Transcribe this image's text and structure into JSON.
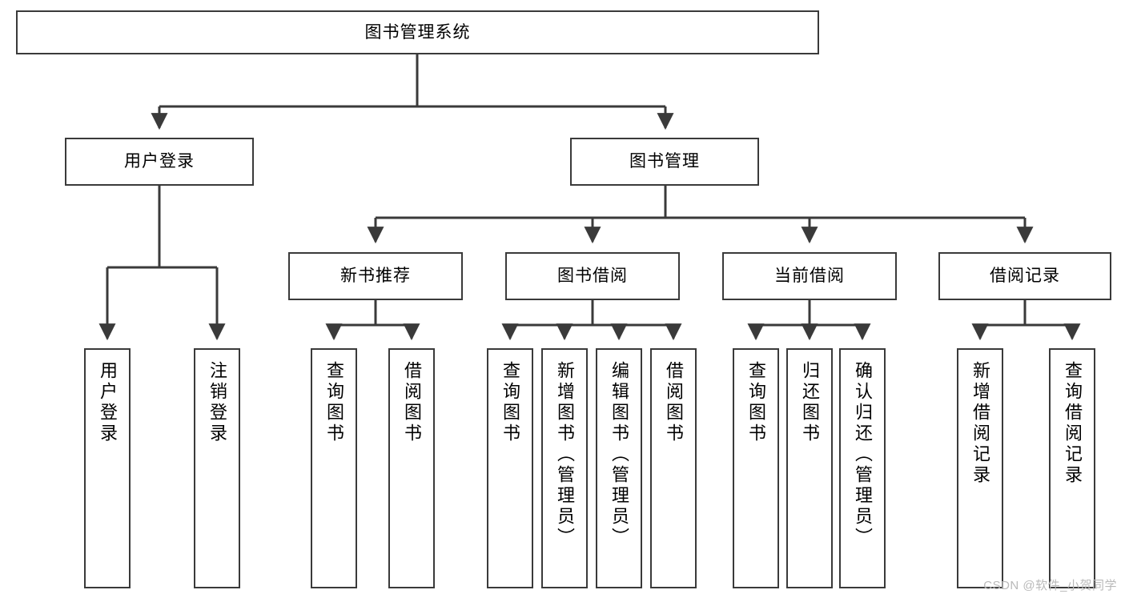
{
  "diagram": {
    "title": "图书管理系统",
    "type": "功能结构图",
    "watermark": "CSDN @软件_小贺同学",
    "colors": {
      "stroke": "#3a3a3a",
      "fill": "#ffffff",
      "text": "#000000",
      "watermark": "#b9b9b9"
    },
    "root": {
      "label": "图书管理系统"
    },
    "level2": [
      {
        "id": "user-login",
        "label": "用户登录"
      },
      {
        "id": "book-management",
        "label": "图书管理"
      }
    ],
    "level3": [
      {
        "id": "new-book-recommend",
        "label": "新书推荐"
      },
      {
        "id": "book-borrow",
        "label": "图书借阅"
      },
      {
        "id": "current-borrow",
        "label": "当前借阅"
      },
      {
        "id": "borrow-record",
        "label": "借阅记录"
      }
    ],
    "leaves": {
      "user_login": [
        {
          "id": "leaf-user-login",
          "label": "用户登录"
        },
        {
          "id": "leaf-logout-login",
          "label": "注销登录"
        }
      ],
      "new_book_recommend": [
        {
          "id": "leaf-query-book-1",
          "label": "查询图书"
        },
        {
          "id": "leaf-borrow-book-1",
          "label": "借阅图书"
        }
      ],
      "book_borrow": [
        {
          "id": "leaf-query-book-2",
          "label": "查询图书"
        },
        {
          "id": "leaf-add-book",
          "label": "新增图书（管理员）"
        },
        {
          "id": "leaf-edit-book",
          "label": "编辑图书（管理员）"
        },
        {
          "id": "leaf-borrow-book-2",
          "label": "借阅图书"
        }
      ],
      "current_borrow": [
        {
          "id": "leaf-query-book-3",
          "label": "查询图书"
        },
        {
          "id": "leaf-return-book",
          "label": "归还图书"
        },
        {
          "id": "leaf-confirm-return",
          "label": "确认归还（管理员）"
        }
      ],
      "borrow_record": [
        {
          "id": "leaf-add-record",
          "label": "新增借阅记录"
        },
        {
          "id": "leaf-query-record",
          "label": "查询借阅记录"
        }
      ]
    }
  }
}
